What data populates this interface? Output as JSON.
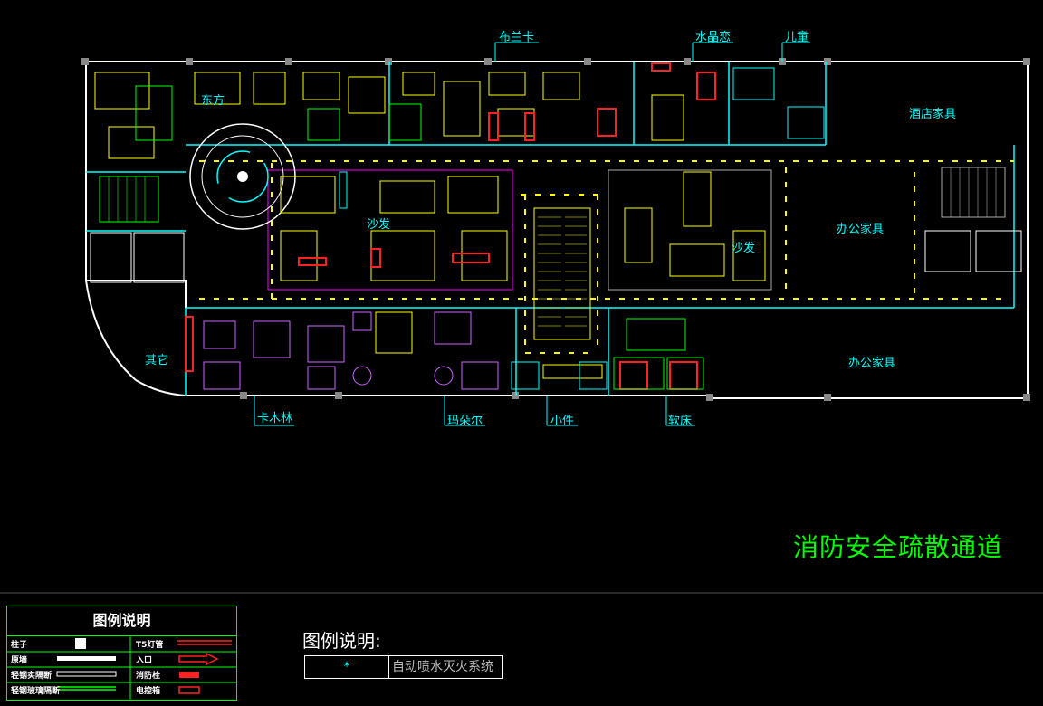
{
  "plan": {
    "labels": {
      "bulanka": "布兰卡",
      "shuijinglian": "水晶恋",
      "ertong": "儿童",
      "jiudian": "酒店家具",
      "dongfang": "东方",
      "shafa1": "沙发",
      "bangong1": "办公家具",
      "shafa2": "沙发",
      "qita": "其它",
      "bangong2": "办公家具",
      "kamulin": "卡木林",
      "maduoer": "玛朵尔",
      "xiaojian": "小件",
      "ruanchuang": "软床"
    },
    "title": "消防安全疏散通道",
    "colors": {
      "wall": "#ffffff",
      "aisle": "#ffff00",
      "partition": "#00ffff",
      "title": "#00ff00"
    }
  },
  "legend": {
    "title": "图例说明",
    "items": {
      "column": "柱子",
      "wall": "原墙",
      "light_partition": "轻钢实隔断",
      "glass_partition": "轻钢玻璃隔断",
      "t5": "T5灯管",
      "entrance": "入口",
      "hydrant": "消防栓",
      "elec_box": "电控箱"
    }
  },
  "legend2": {
    "title": "图例说明:",
    "symbol": "*",
    "text": "自动喷水灭火系统"
  }
}
